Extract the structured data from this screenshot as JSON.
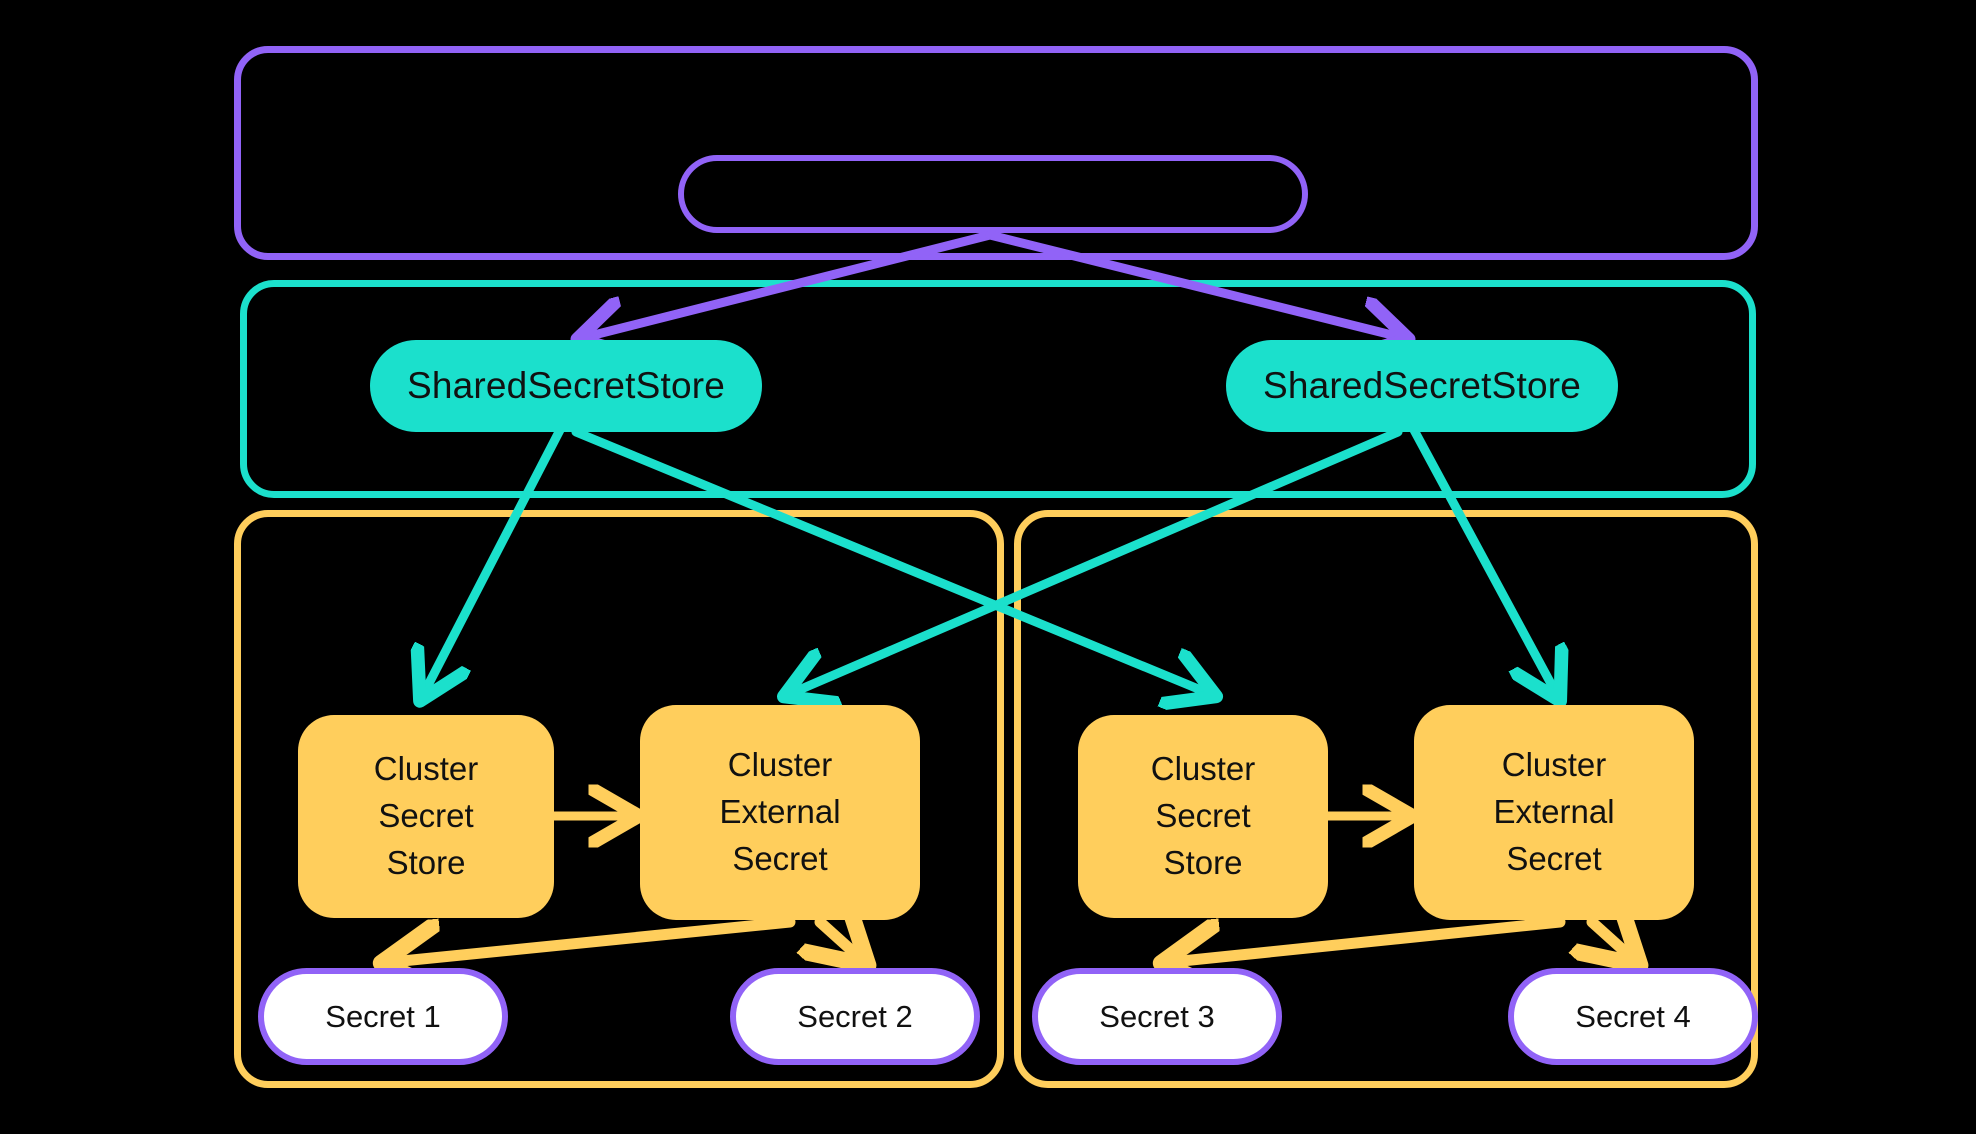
{
  "diagram": {
    "title": "External Secrets Operator shared secret store architecture",
    "background": "#000000",
    "colors": {
      "purple": "#9163F7",
      "teal": "#1BE0CC",
      "yellow": "#FFCE5C",
      "white": "#FFFFFF",
      "text": "#111111"
    }
  },
  "containers": {
    "top": {
      "name": "top-purple-container",
      "label": "",
      "border_color": "#9163F7"
    },
    "middle": {
      "name": "middle-teal-container",
      "label": "",
      "border_color": "#1BE0CC"
    },
    "bottom_left": {
      "name": "bottom-left-yellow-container",
      "label": "",
      "border_color": "#FFCE5C"
    },
    "bottom_right": {
      "name": "bottom-right-yellow-container",
      "label": "",
      "border_color": "#FFCE5C"
    }
  },
  "nodes": {
    "operator": {
      "label": "",
      "fill": "none",
      "border_color": "#9163F7"
    },
    "shared_store_left": {
      "label": "SharedSecretStore",
      "fill": "#1BE0CC"
    },
    "shared_store_right": {
      "label": "SharedSecretStore",
      "fill": "#1BE0CC"
    },
    "cluster_secret_store_left": {
      "line1": "Cluster",
      "line2": "Secret",
      "line3": "Store",
      "fill": "#FFCE5C"
    },
    "cluster_external_secret_left": {
      "line1": "Cluster",
      "line2": "External",
      "line3": "Secret",
      "fill": "#FFCE5C"
    },
    "cluster_secret_store_right": {
      "line1": "Cluster",
      "line2": "Secret",
      "line3": "Store",
      "fill": "#FFCE5C"
    },
    "cluster_external_secret_right": {
      "line1": "Cluster",
      "line2": "External",
      "line3": "Secret",
      "fill": "#FFCE5C"
    },
    "secret_1": {
      "label": "Secret 1",
      "fill": "#FFFFFF",
      "border_color": "#9163F7"
    },
    "secret_2": {
      "label": "Secret 2",
      "fill": "#FFFFFF",
      "border_color": "#9163F7"
    },
    "secret_3": {
      "label": "Secret 3",
      "fill": "#FFFFFF",
      "border_color": "#9163F7"
    },
    "secret_4": {
      "label": "Secret 4",
      "fill": "#FFFFFF",
      "border_color": "#9163F7"
    }
  },
  "edges": [
    {
      "name": "operator-to-shared-store-left",
      "from": "operator",
      "to": "shared_store_left",
      "color": "#9163F7"
    },
    {
      "name": "operator-to-shared-store-right",
      "from": "operator",
      "to": "shared_store_right",
      "color": "#9163F7"
    },
    {
      "name": "shared-left-to-css-left",
      "from": "shared_store_left",
      "to": "cluster_secret_store_left",
      "color": "#1BE0CC"
    },
    {
      "name": "shared-left-to-ces-right",
      "from": "shared_store_left",
      "to": "cluster_external_secret_right",
      "color": "#1BE0CC"
    },
    {
      "name": "shared-right-to-ces-left",
      "from": "shared_store_right",
      "to": "cluster_external_secret_left",
      "color": "#1BE0CC"
    },
    {
      "name": "shared-right-to-css-right",
      "from": "shared_store_right",
      "to": "cluster_secret_store_right",
      "color": "#1BE0CC"
    },
    {
      "name": "css-left-to-ces-left",
      "from": "cluster_secret_store_left",
      "to": "cluster_external_secret_left",
      "color": "#FFCE5C"
    },
    {
      "name": "css-right-to-ces-right",
      "from": "cluster_secret_store_right",
      "to": "cluster_external_secret_right",
      "color": "#FFCE5C"
    },
    {
      "name": "ces-left-to-secret-1",
      "from": "cluster_external_secret_left",
      "to": "secret_1",
      "color": "#FFCE5C"
    },
    {
      "name": "ces-left-to-secret-2",
      "from": "cluster_external_secret_left",
      "to": "secret_2",
      "color": "#FFCE5C"
    },
    {
      "name": "ces-right-to-secret-3",
      "from": "cluster_external_secret_right",
      "to": "secret_3",
      "color": "#FFCE5C"
    },
    {
      "name": "ces-right-to-secret-4",
      "from": "cluster_external_secret_right",
      "to": "secret_4",
      "color": "#FFCE5C"
    }
  ]
}
